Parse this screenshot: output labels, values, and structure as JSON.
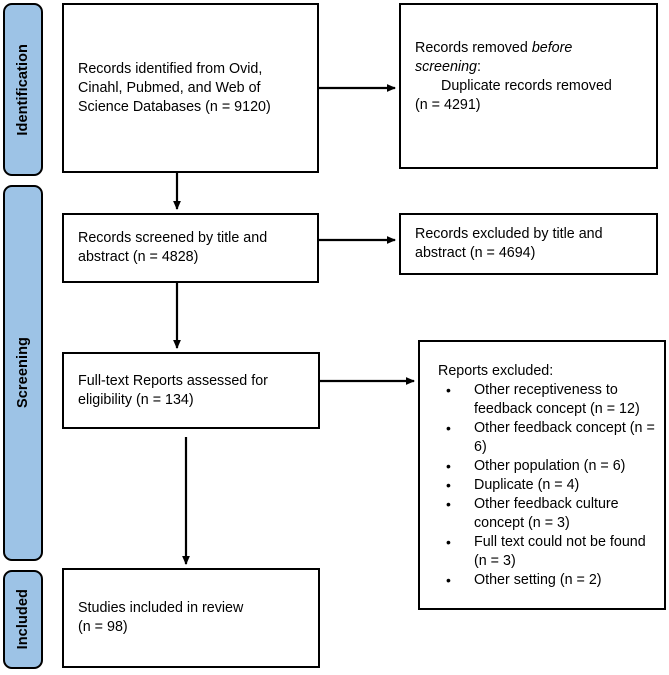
{
  "diagram": {
    "title": "PRISMA flow diagram",
    "accent_color": "#9DC3E6",
    "line_color": "#000000",
    "background": "#ffffff"
  },
  "phases": [
    {
      "id": "identification",
      "label": "Identification"
    },
    {
      "id": "screening",
      "label": "Screening"
    },
    {
      "id": "included",
      "label": "Included"
    }
  ],
  "boxes": {
    "records_identified": {
      "line1": "Records identified from Ovid,",
      "line2": "Cinahl, Pubmed, and Web of",
      "line3": "Science Databases (n = 9120)",
      "count": 9120
    },
    "records_removed": {
      "lead_normal": "Records removed ",
      "lead_italic": "before screening",
      "lead_colon": ":",
      "detail_line1": "Duplicate records removed",
      "detail_line2": "(n = 4291)",
      "count": 4291
    },
    "records_screened": {
      "line1": "Records screened by title and",
      "line2": "abstract (n = 4828)",
      "count": 4828
    },
    "records_excluded": {
      "line1": "Records excluded by title and",
      "line2": "abstract (n = 4694)",
      "count": 4694
    },
    "fulltext_assessed": {
      "line1": "Full-text Reports assessed for",
      "line2": "eligibility (n = 134)",
      "count": 134
    },
    "reports_excluded": {
      "heading": "Reports excluded:",
      "bullet_glyph": "•",
      "items": [
        {
          "text": "Other receptiveness to feedback concept (n = 12)",
          "count": 12
        },
        {
          "text": "Other feedback concept (n = 6)",
          "count": 6
        },
        {
          "text": "Other population (n = 6)",
          "count": 6
        },
        {
          "text": "Duplicate (n = 4)",
          "count": 4
        },
        {
          "text": "Other feedback culture concept (n = 3)",
          "count": 3
        },
        {
          "text": "Full text could not be found (n = 3)",
          "count": 3
        },
        {
          "text": "Other setting (n = 2)",
          "count": 2
        }
      ]
    },
    "studies_included": {
      "line1": "Studies included in review",
      "line2": "(n = 98)",
      "count": 98
    }
  }
}
